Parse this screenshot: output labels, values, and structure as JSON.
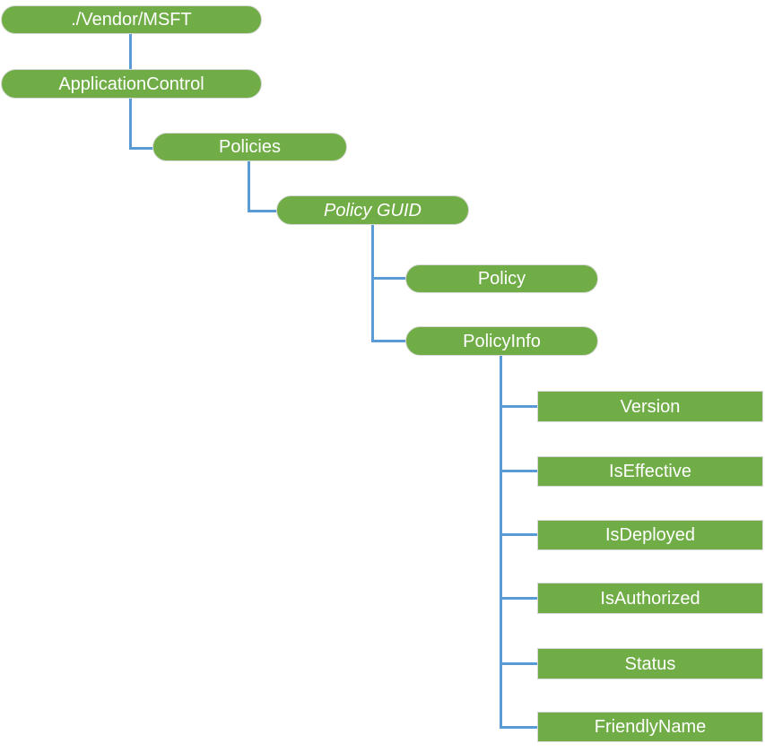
{
  "diagram": {
    "nodes": [
      {
        "label": "./Vendor/MSFT",
        "shape": "pill"
      },
      {
        "label": "ApplicationControl",
        "shape": "pill"
      },
      {
        "label": "Policies",
        "shape": "pill"
      },
      {
        "label": "Policy GUID",
        "shape": "pill",
        "italic": true
      },
      {
        "label": "Policy",
        "shape": "pill"
      },
      {
        "label": "PolicyInfo",
        "shape": "pill"
      },
      {
        "label": "Version",
        "shape": "rect"
      },
      {
        "label": "IsEffective",
        "shape": "rect"
      },
      {
        "label": "IsDeployed",
        "shape": "rect"
      },
      {
        "label": "IsAuthorized",
        "shape": "rect"
      },
      {
        "label": "Status",
        "shape": "rect"
      },
      {
        "label": "FriendlyName",
        "shape": "rect"
      }
    ],
    "colors": {
      "node_fill": "#70AD47",
      "node_border": "#D9D9D9",
      "connector": "#5B9BD5",
      "text": "#FFFFFF",
      "background": "#FFFFFF"
    }
  }
}
